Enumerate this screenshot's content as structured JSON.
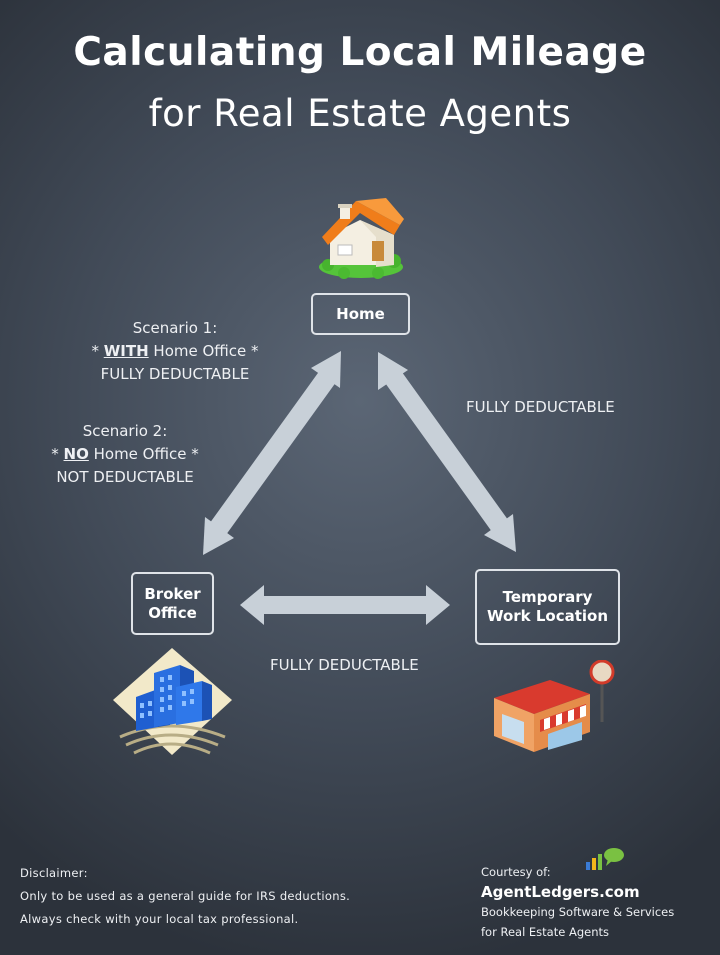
{
  "title": {
    "line1": "Calculating Local Mileage",
    "line2": "for Real Estate Agents"
  },
  "nodes": {
    "home": "Home",
    "broker_line1": "Broker",
    "broker_line2": "Office",
    "temp_line1": "Temporary",
    "temp_line2": "Work Location"
  },
  "scenario1": {
    "heading": "Scenario 1:",
    "prefix": "* ",
    "emphasis": "WITH",
    "suffix": " Home Office *",
    "status": "FULLY DEDUCTABLE"
  },
  "scenario2": {
    "heading": "Scenario 2:",
    "prefix": "* ",
    "emphasis": "NO",
    "suffix": " Home Office *",
    "status": "NOT DEDUCTABLE"
  },
  "edge_labels": {
    "home_temp": "FULLY DEDUCTABLE",
    "broker_temp": "FULLY DEDUCTABLE"
  },
  "disclaimer": {
    "heading": "Disclaimer:",
    "line1": "Only to be used as a general guide for IRS deductions.",
    "line2": "Always check with your local tax professional."
  },
  "courtesy": {
    "heading": "Courtesy of:",
    "site": "AgentLedgers.com",
    "line1": "Bookkeeping Software & Services",
    "line2": "for Real Estate Agents"
  },
  "icons": [
    "house-icon",
    "office-building-icon",
    "storefront-icon",
    "agentledgers-logo-icon"
  ],
  "colors": {
    "arrow": "#c8d0d8",
    "node_border": "#dfe3e8",
    "background": "#414a57"
  }
}
